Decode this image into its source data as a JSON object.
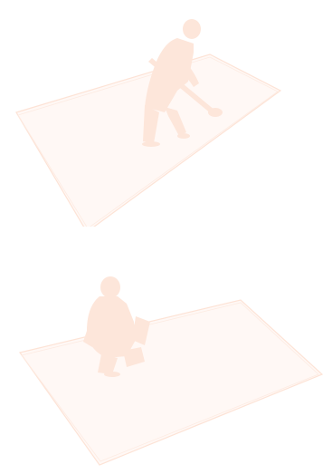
{
  "figure": {
    "panels": [
      {
        "id": "panel-top",
        "description_key": "standing-worker-with-tool-on-sheet",
        "fill_color": "#fde6da",
        "floor_color": "#fff8f5",
        "floor_stroke": "#fde3d6"
      },
      {
        "id": "panel-bottom",
        "description_key": "crouching-worker-on-sheet",
        "fill_color": "#fde6da",
        "floor_color": "#fff8f5",
        "floor_stroke": "#fde3d6"
      }
    ]
  }
}
